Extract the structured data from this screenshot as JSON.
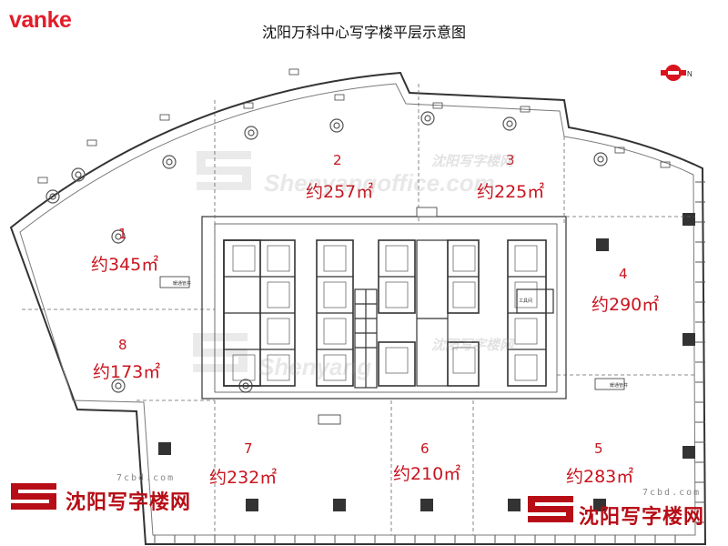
{
  "header": {
    "brand": "vanke",
    "title": "沈阳万科中心写字楼平层示意图"
  },
  "compass": {
    "label": "N",
    "color": "#d8141e"
  },
  "units": [
    {
      "number": "1",
      "area": "约345㎡"
    },
    {
      "number": "2",
      "area": "约257㎡"
    },
    {
      "number": "3",
      "area": "约225㎡"
    },
    {
      "number": "4",
      "area": "约290㎡"
    },
    {
      "number": "5",
      "area": "约283㎡"
    },
    {
      "number": "6",
      "area": "约210㎡"
    },
    {
      "number": "7",
      "area": "约232㎡"
    },
    {
      "number": "8",
      "area": "约173㎡"
    }
  ],
  "rooms": {
    "shaft_label": "暖通管井",
    "tool_room": "工具间"
  },
  "watermarks": {
    "site_cn": "沈阳写字楼网",
    "site_en": "Shenyangoffice.com",
    "site_en_partial": "Shenyang",
    "domain": "7cbd.com"
  },
  "colors": {
    "accent_red": "#c8141e",
    "wall": "#333333",
    "glass": "#8a8a8a"
  }
}
